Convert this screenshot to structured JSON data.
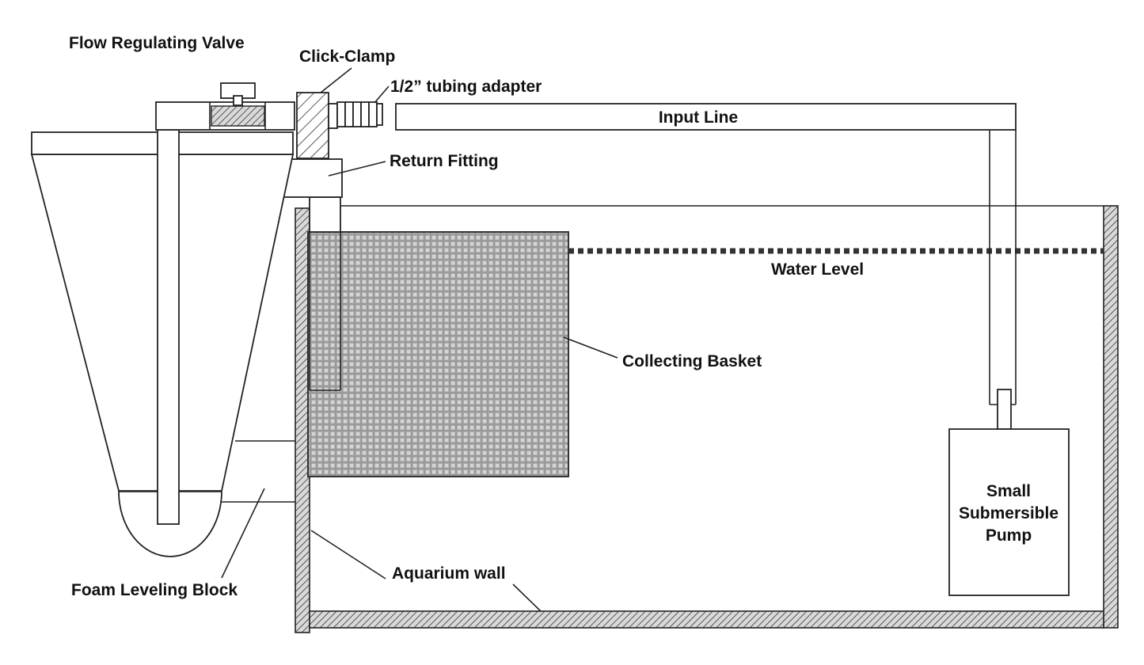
{
  "labels": {
    "flow_valve": "Flow Regulating Valve",
    "click_clamp": "Click-Clamp",
    "tubing_adapter": "1/2” tubing adapter",
    "input_line": "Input Line",
    "return_fitting": "Return Fitting",
    "water_level": "Water Level",
    "collecting_basket": "Collecting Basket",
    "pump_line1": "Small",
    "pump_line2": "Submersible",
    "pump_line3": "Pump",
    "aquarium_wall": "Aquarium wall",
    "foam_block": "Foam Leveling Block"
  }
}
